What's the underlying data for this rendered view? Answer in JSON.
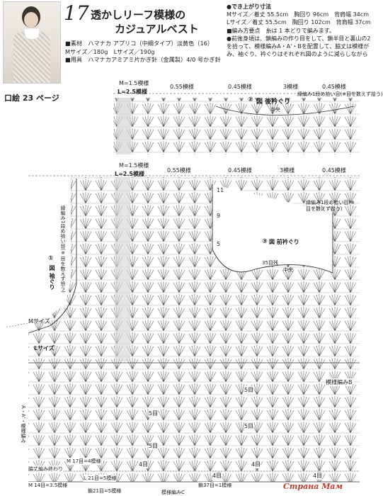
{
  "header": {
    "number": "17",
    "title_line1": "透かしリーフ模様の",
    "title_line2": "カジュアルベスト",
    "material": "■素材　ハマナカ アプリコ（中細タイプ）淡黄色（16）",
    "weight": "Mサイズ／180g　Lサイズ／190g",
    "tools": "■用具　ハマナカアミアミ片かぎ針（金属製）4/0 号かぎ針",
    "page_ref": "口絵 23 ページ"
  },
  "spec": {
    "heading": "●でき上がり寸法",
    "m_line": "Mサイズ／着丈 55.5cm　胸回り 96cm　背肩幅 34cm",
    "l_line": "Lサイズ／着丈 55.5cm　胸回り 102cm　背肩幅 37cm",
    "method_heading": "■編み方要点　糸は 1 本どりで編みます。",
    "method_line1": "●前後身頃は、鎖編みの作り目をして、鎖半目と裏山の2",
    "method_line2": "を拾って、模様編みA・A'・Bを配置して、脇丈は模様が",
    "method_line3": "み、袖ぐり、衿ぐりはそれぞれ図のように減らしながら"
  },
  "chart_top": {
    "m_label": "M=1.5模様",
    "l_label": "L=2.5模様",
    "widths": [
      "0.55模様",
      "0.45模様",
      "3模様",
      "0.45模様"
    ],
    "title": "図 後衿ぐり",
    "circle": "②",
    "center": "中央",
    "pickup": "縁編み1段め拾い目(※目を数えず拾う)"
  },
  "chart_main": {
    "m_label": "M=1.5模様",
    "l_label": "L=2.5模様",
    "widths": [
      "0.55模様",
      "0.45模様",
      "3模様",
      "0.45模様"
    ],
    "armhole_circle": "①",
    "armhole_title": "図 袖ぐり",
    "armhole_note": "縁編み1段め拾い目(※目を数えず拾う)",
    "neck_circle": "③",
    "neck_title": "図 前衿ぐり",
    "neck_count": "35目残",
    "center": "中央",
    "right_note": "縁編み1段め拾い目(※目を数えず拾う)",
    "row11": "11",
    "row9": "9",
    "row5": "5",
    "m_size": "Mサイズ",
    "l_size": "Lサイズ",
    "pattern_b": "模様編みB",
    "pattern_a": "A・A'・模様編み",
    "st5": [
      "5目",
      "5目",
      "5目",
      "5目"
    ],
    "st4": [
      "4目",
      "4目",
      "4目",
      "4目"
    ],
    "hem": "脇丈編み終わり",
    "hem_m": "M 17目=4模様",
    "hem_m2": "M 14目=3.5模様",
    "hem_l": "L 21目=5模様",
    "hem_l2": "鎖21目=5模様",
    "hem_37": "鎖37目=1模様",
    "hem_c": "模様編みC",
    "watermark": "Страна Мам"
  }
}
